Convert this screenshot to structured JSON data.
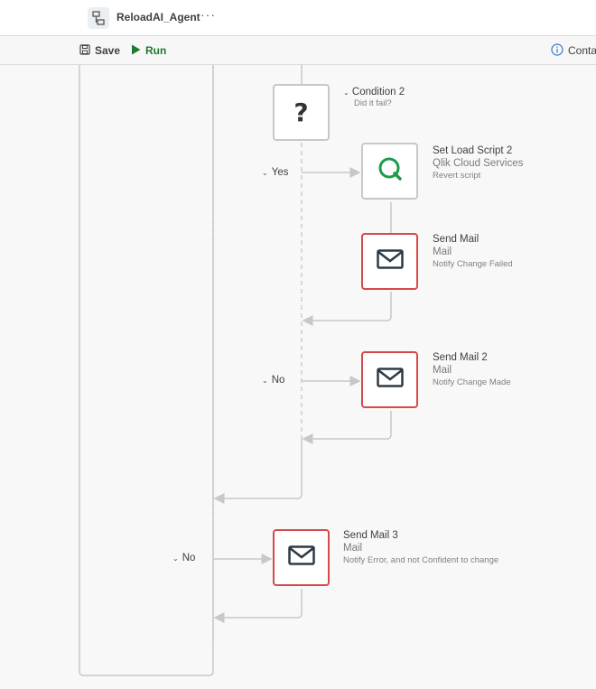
{
  "header": {
    "app_title": "ReloadAI_Agent",
    "more_label": "···"
  },
  "toolbar": {
    "save_label": "Save",
    "run_label": "Run",
    "contact_label": "Conta"
  },
  "nodes": {
    "condition2": {
      "title": "Condition 2",
      "subtitle": "Did it fail?",
      "symbol": "?"
    },
    "set_load_script2": {
      "title": "Set Load Script 2",
      "service": "Qlik Cloud Services",
      "detail": "Revert script"
    },
    "send_mail": {
      "title": "Send Mail",
      "service": "Mail",
      "detail": "Notify Change Failed"
    },
    "send_mail2": {
      "title": "Send Mail 2",
      "service": "Mail",
      "detail": "Notify Change Made"
    },
    "send_mail3": {
      "title": "Send Mail 3",
      "service": "Mail",
      "detail": "Notify Error, and not Confident to change"
    }
  },
  "branches": {
    "yes": "Yes",
    "no": "No",
    "no_outer": "No"
  },
  "colors": {
    "run_green": "#1d7a2f",
    "mail_border": "#d44a4a",
    "qlik_green": "#1d9b47",
    "wire": "#c8c8c8"
  }
}
